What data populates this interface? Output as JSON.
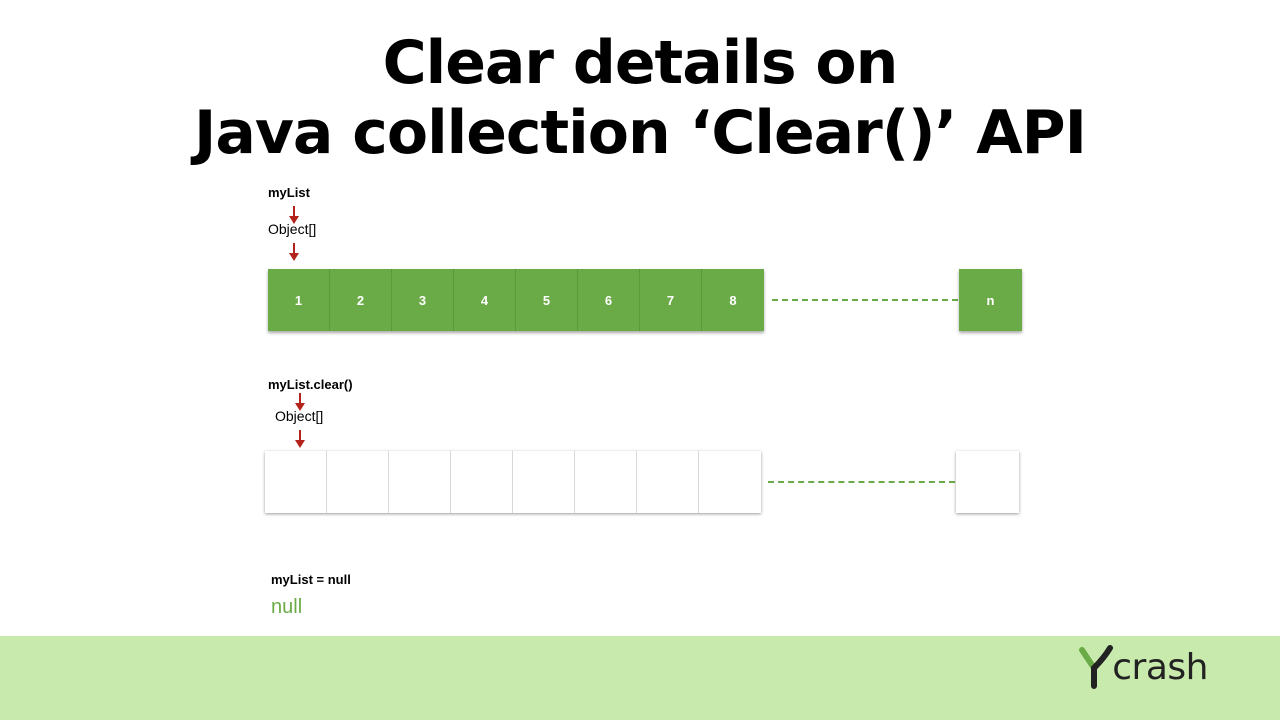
{
  "title": {
    "line1": "Clear details on",
    "line2": "Java collection ‘Clear()’ API"
  },
  "section1": {
    "variable_label": "myList",
    "array_label": "Object[]",
    "cells": [
      "1",
      "2",
      "3",
      "4",
      "5",
      "6",
      "7",
      "8"
    ],
    "last_cell": "n"
  },
  "section2": {
    "variable_label": "myList.clear()",
    "array_label": "Object[]",
    "cells": [
      "",
      "",
      "",
      "",
      "",
      "",
      "",
      ""
    ],
    "last_cell": ""
  },
  "section3": {
    "variable_label": "myList = null",
    "value": "null"
  },
  "colors": {
    "cell_green": "#6aab48",
    "arrow_red": "#b3231b",
    "footer_green": "#c8ebad"
  },
  "footer": {
    "logo_icon": "ycrash-y-icon",
    "logo_text": "crash"
  }
}
